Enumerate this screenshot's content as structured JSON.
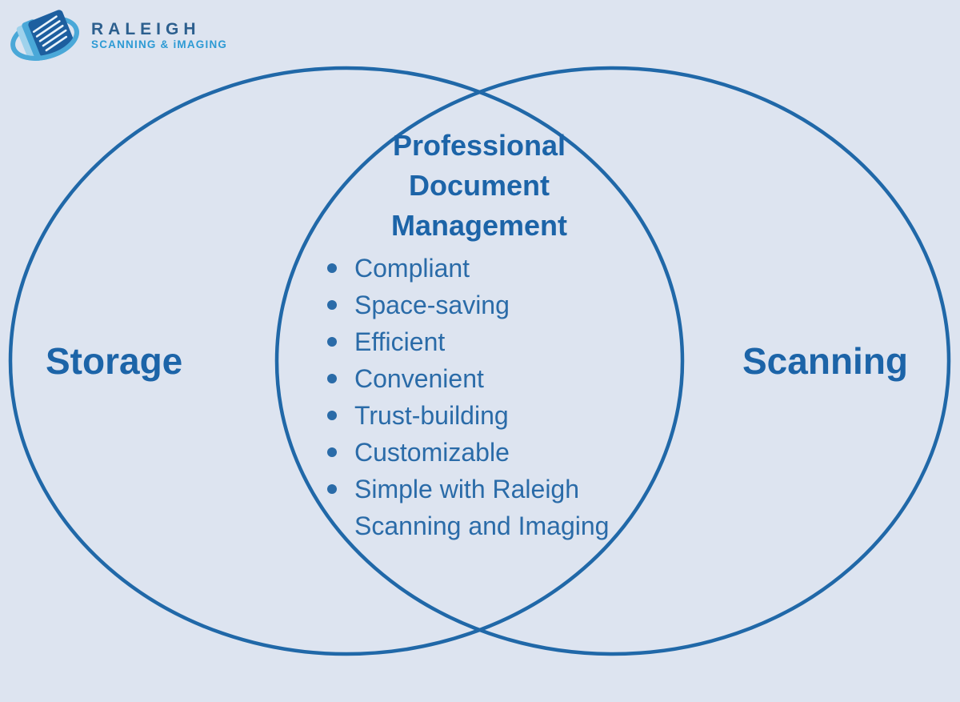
{
  "logo": {
    "name": "RALEIGH",
    "tagline": "SCANNING & iMAGING"
  },
  "venn": {
    "left_label": "Storage",
    "right_label": "Scanning",
    "title_lines": [
      "Professional",
      "Document",
      "Management"
    ],
    "items": [
      "Compliant",
      "Space-saving",
      "Efficient",
      "Convenient",
      "Trust-building",
      "Customizable",
      "Simple with Raleigh Scanning and Imaging"
    ]
  },
  "colors": {
    "background": "#dde4f0",
    "circle_stroke": "#2068a8",
    "title_text": "#1c64a8",
    "list_text": "#2a6ba8",
    "label_text": "#1c64a8",
    "logo_dark_blue": "#1d5f9f",
    "logo_light_blue": "#4aa8d8",
    "logo_name_text": "#2c5f8e",
    "logo_tagline_text": "#2d9ad4"
  }
}
